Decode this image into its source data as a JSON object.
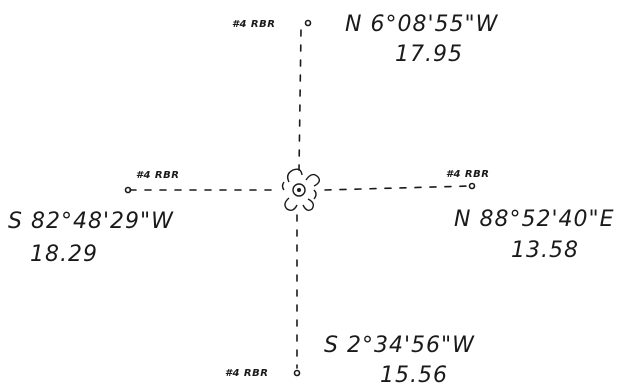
{
  "diagram": {
    "center_symbol": "survey-monument-icon",
    "legs": [
      {
        "direction": "north",
        "tag": "#4 RBR",
        "bearing": "N 6°08'55\"W",
        "distance": "17.95"
      },
      {
        "direction": "east",
        "tag": "#4 RBR",
        "bearing": "N 88°52'40\"E",
        "distance": "13.58"
      },
      {
        "direction": "south",
        "tag": "#4 RBR",
        "bearing": "S 2°34'56\"W",
        "distance": "15.56"
      },
      {
        "direction": "west",
        "tag": "#4 RBR",
        "bearing": "S 82°48'29\"W",
        "distance": "18.29"
      }
    ]
  }
}
